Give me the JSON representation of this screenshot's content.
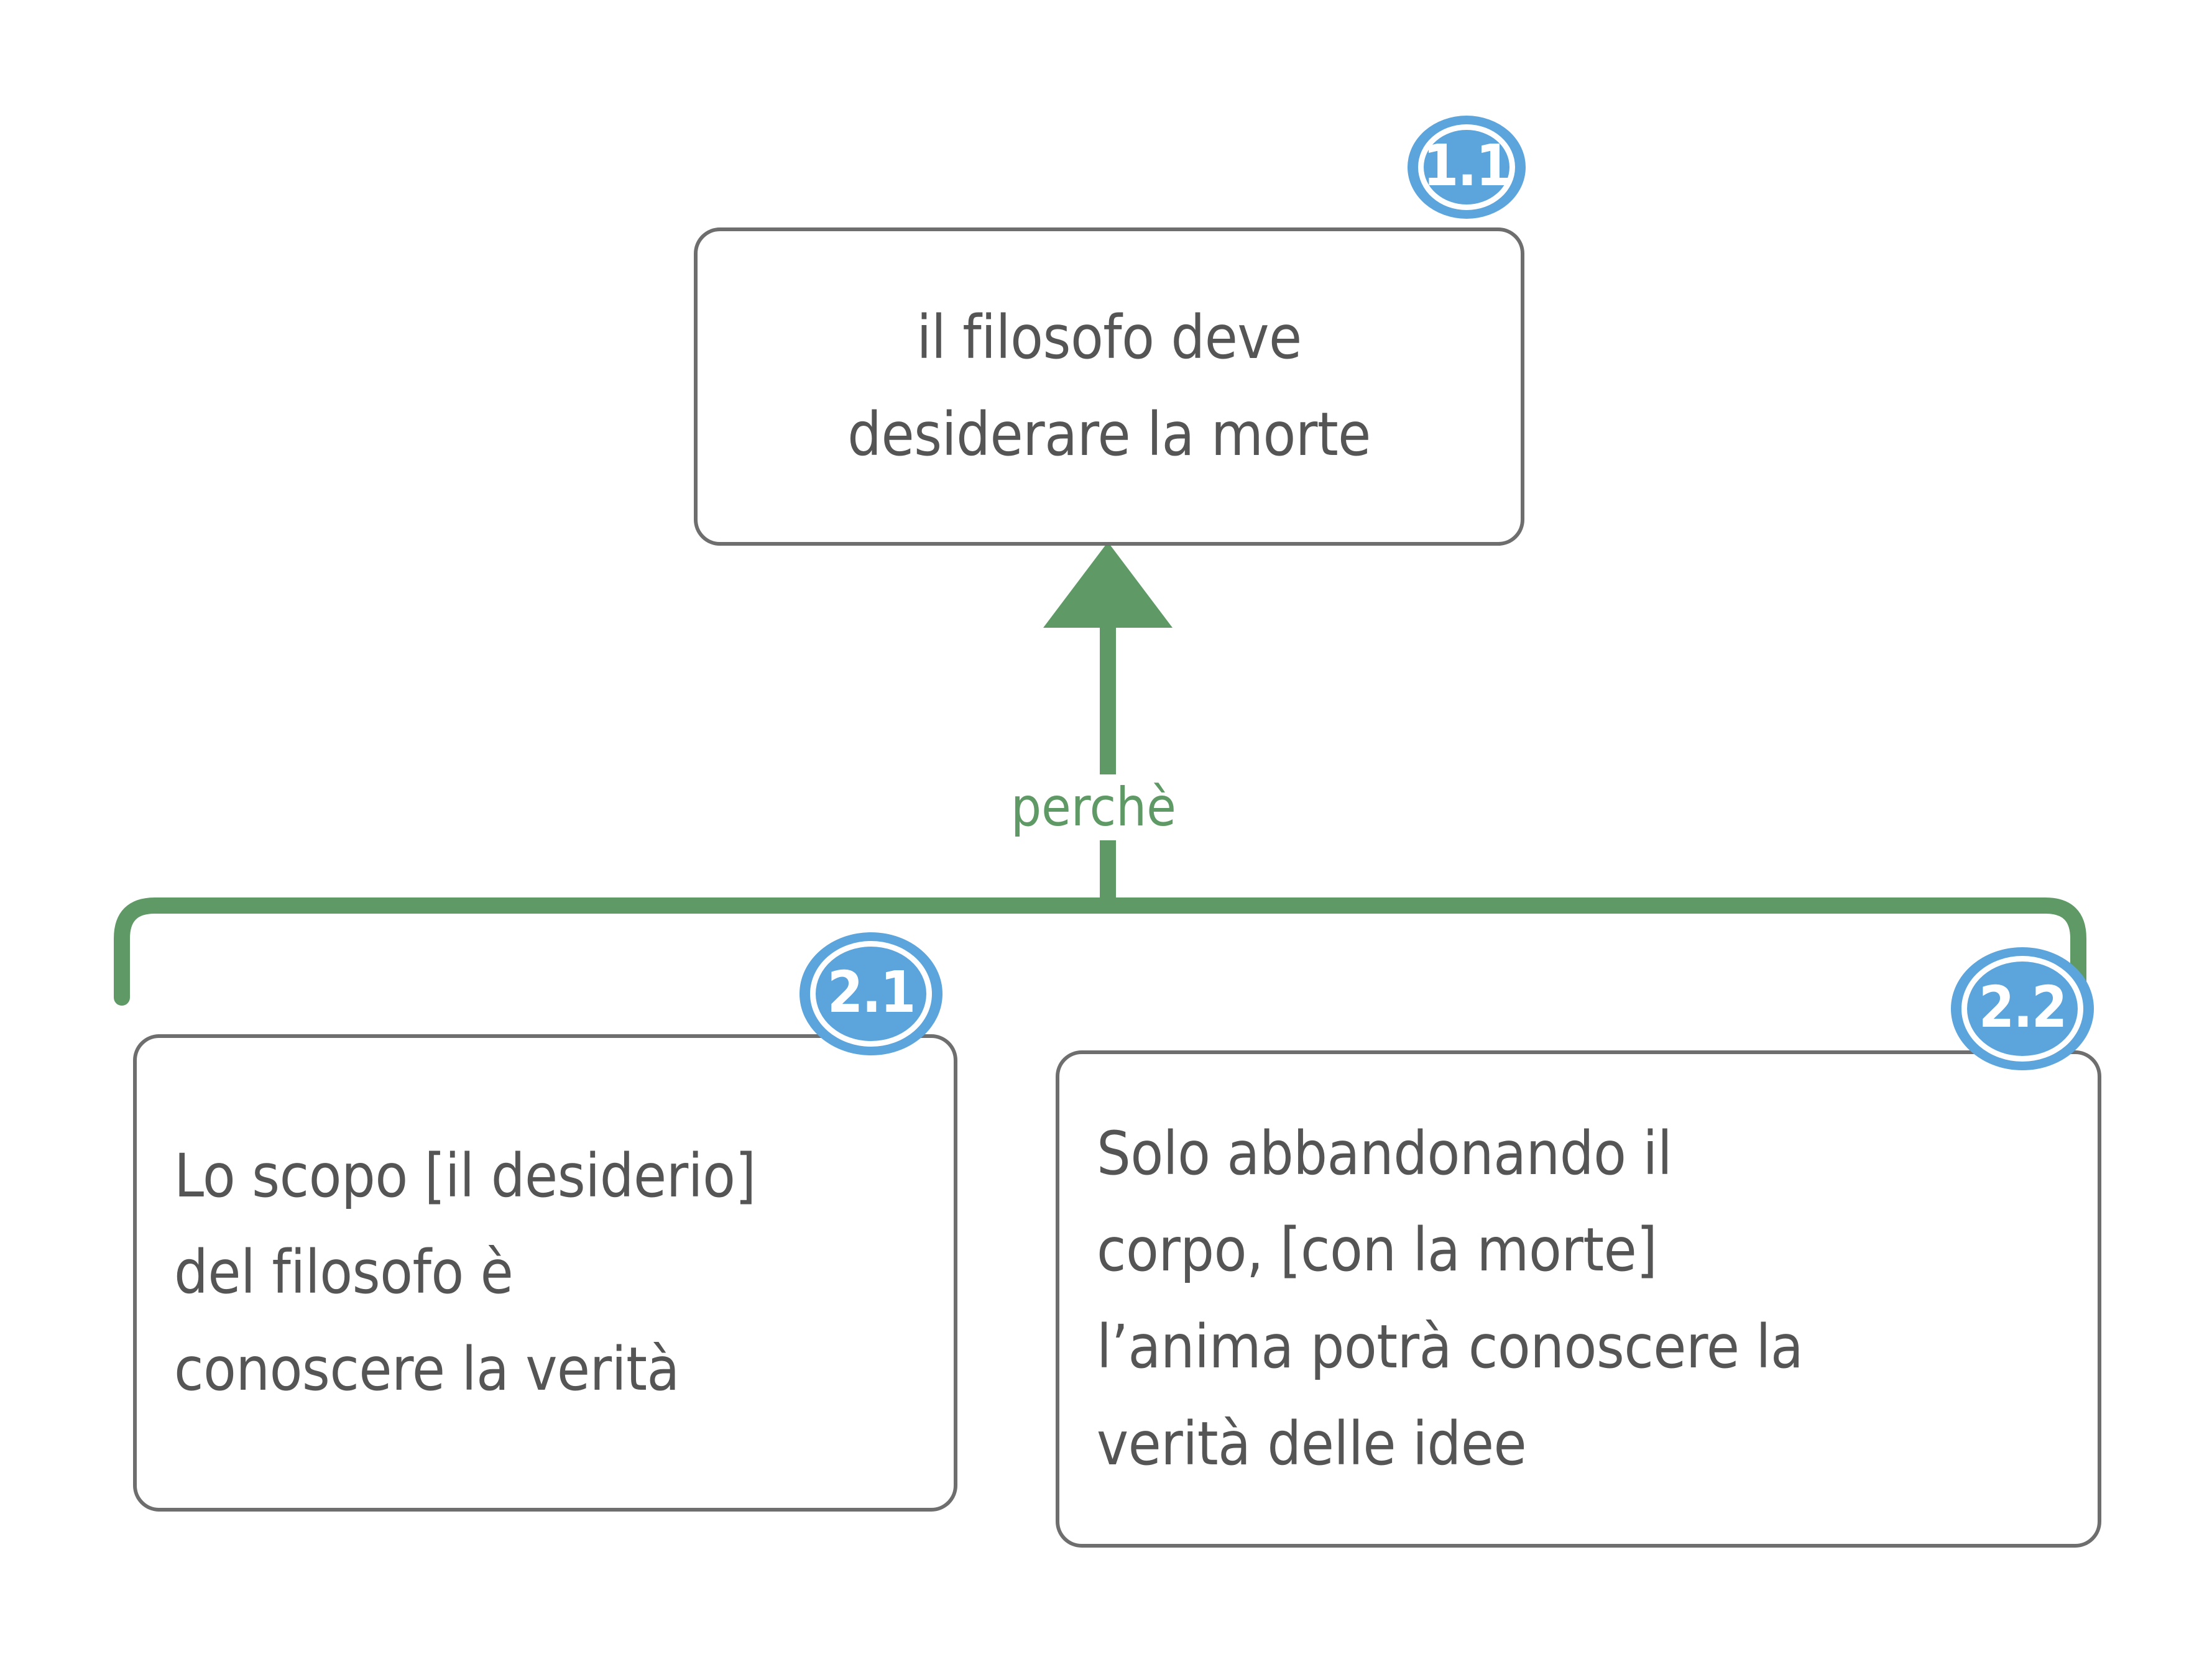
{
  "diagram": {
    "title": "Argument map: il filosofo deve desiderare la morte",
    "type": "argument-map",
    "background_color": "#ffffff",
    "node_border_color": "#6e6e6e",
    "node_text_color": "#555555",
    "badge_color": "#5ba4dc",
    "badge_ring_color": "#ffffff",
    "connector_color": "#5f9a66"
  },
  "nodes": [
    {
      "id": "1.1",
      "badge": "1.1",
      "text": "il filosofo deve\ndesiderare la morte",
      "align": "center",
      "role": "conclusion"
    },
    {
      "id": "2.1",
      "badge": "2.1",
      "text": "Lo scopo [il desiderio]\ndel filosofo è\nconoscere la verità",
      "align": "left",
      "role": "premise"
    },
    {
      "id": "2.2",
      "badge": "2.2",
      "text": "Solo abbandonando il\ncorpo, [con la morte]\nl’anima potrà conoscere la\nverità delle idee",
      "align": "left",
      "role": "premise"
    }
  ],
  "edges": [
    {
      "id": "support-1",
      "label": "perchè",
      "from": [
        "2.1",
        "2.2"
      ],
      "to": "1.1",
      "kind": "linked-support",
      "color": "#5f9a66"
    }
  ]
}
